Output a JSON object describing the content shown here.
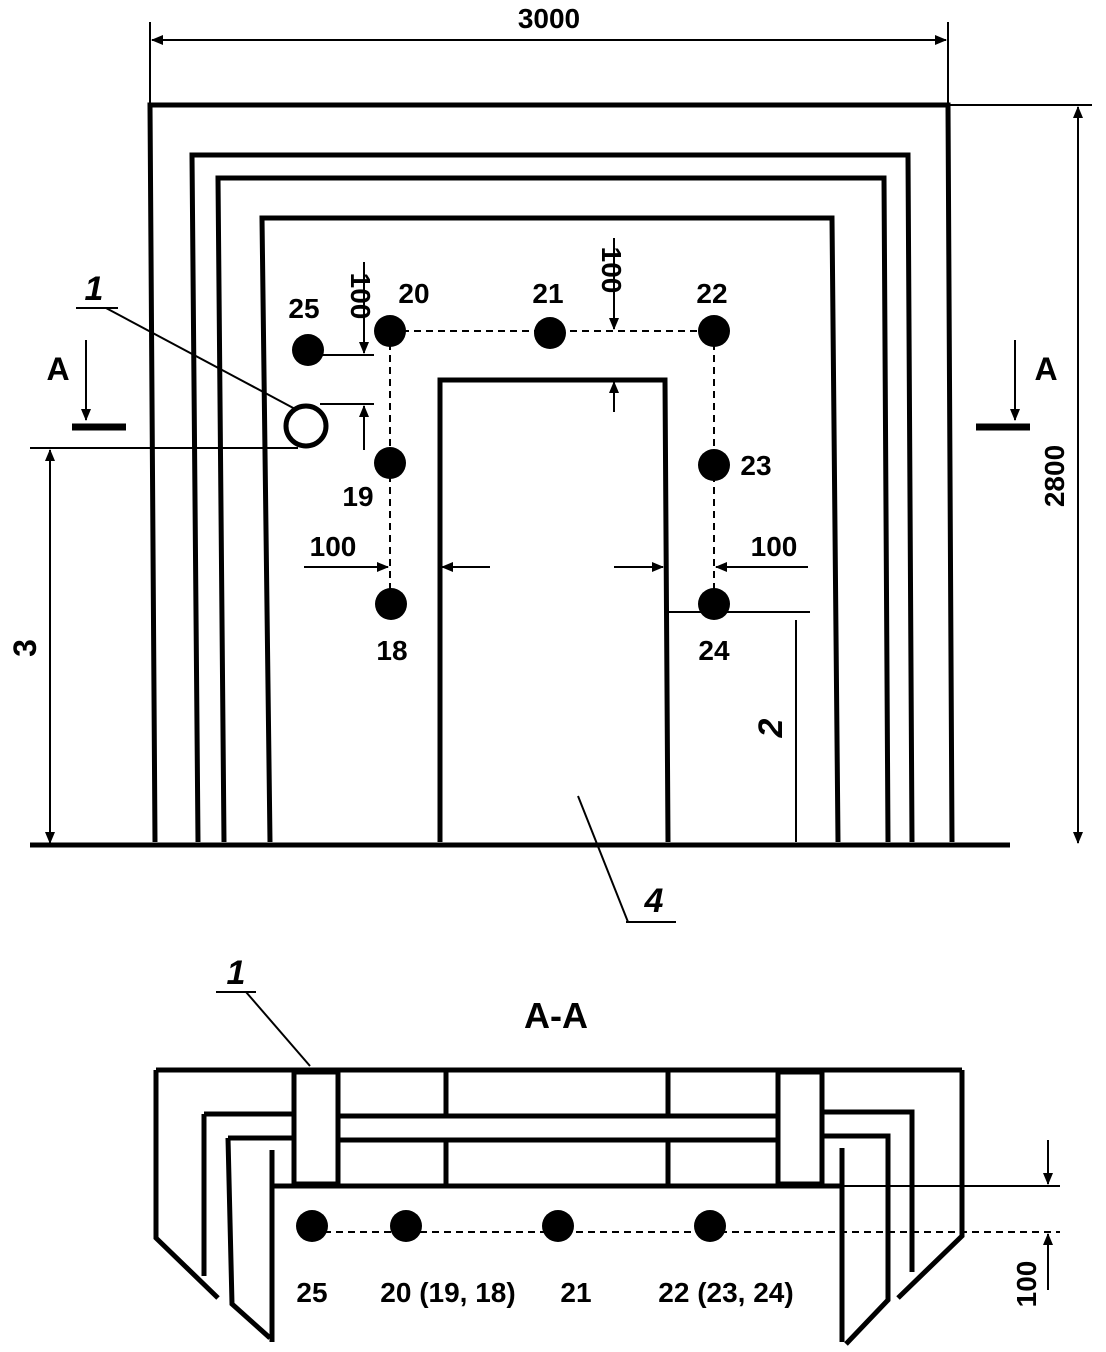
{
  "colors": {
    "ink": "#000000",
    "paper": "#ffffff"
  },
  "dimensions": {
    "width": "3000",
    "height": "2800",
    "offset_top": "100",
    "offset_left": "100",
    "offset_right": "100",
    "offset_inner": "100",
    "section_offset": "100"
  },
  "callouts": {
    "item1": "1",
    "item2": "2",
    "item3": "3",
    "item4": "4",
    "item1_section": "1"
  },
  "section_marks": {
    "left": "A",
    "right": "A",
    "title": "A-A"
  },
  "points": {
    "p18": "18",
    "p19": "19",
    "p20": "20",
    "p21": "21",
    "p22": "22",
    "p23": "23",
    "p24": "24",
    "p25": "25"
  },
  "section_points": {
    "s25": "25",
    "s20": "20 (19, 18)",
    "s21": "21",
    "s22": "22 (23, 24)"
  }
}
